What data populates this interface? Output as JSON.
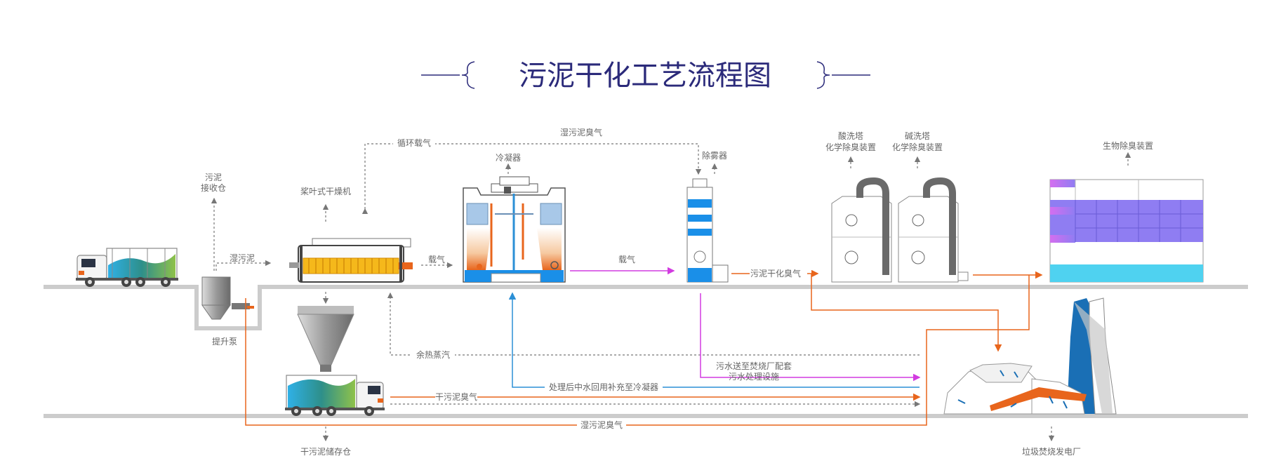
{
  "title": "污泥干化工艺流程图",
  "colors": {
    "title": "#2b2a7a",
    "label": "#666666",
    "ground": "#cccccc",
    "dashed_gray": "#777777",
    "orange": "#e8651c",
    "magenta": "#d23be0",
    "blue": "#2b8fd6",
    "violet": "#8f7df2",
    "cyan": "#4fd2f0",
    "tank_blue": "#1a8fe8"
  },
  "labels": {
    "sludge_receiving_line1": "污泥",
    "sludge_receiving_line2": "接收仓",
    "paddle_dryer": "桨叶式干燥机",
    "wet_sludge": "湿污泥",
    "circulating_carrier_gas": "循环载气",
    "wet_sludge_odor_top": "湿污泥臭气",
    "condenser": "冷凝器",
    "demister": "除雾器",
    "acid_tower_line1": "酸洗塔",
    "acid_tower_line2": "化学除臭装置",
    "alkali_tower_line1": "碱洗塔",
    "alkali_tower_line2": "化学除臭装置",
    "bio_deodorization": "生物除臭装置",
    "carrier_gas_1": "载气",
    "carrier_gas_2": "载气",
    "dried_sludge_odor": "污泥干化臭气",
    "lift_pump": "提升泵",
    "waste_heat_steam": "余热蒸汽",
    "wastewater_line1": "污水送至焚烧厂配套",
    "wastewater_line2": "污水处理设施",
    "reclaimed_water": "处理后中水回用补充至冷凝器",
    "dry_sludge_odor": "干污泥臭气",
    "wet_sludge_odor_bottom": "湿污泥臭气",
    "dry_sludge_storage": "干污泥储存仓",
    "incineration_plant": "垃圾焚烧发电厂"
  }
}
